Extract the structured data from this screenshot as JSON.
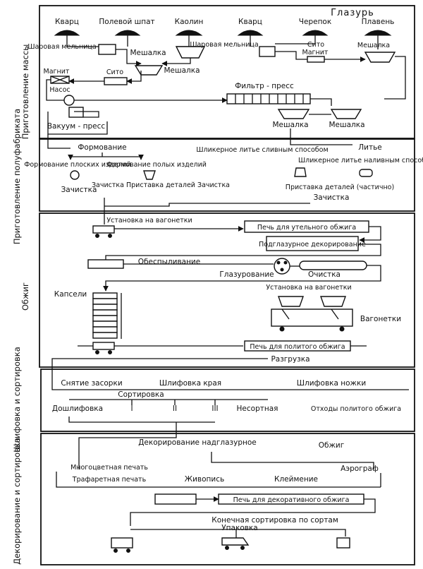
{
  "sections": [
    {
      "id": "prep-mass",
      "title": "Приготовление массы"
    },
    {
      "id": "prep-semi",
      "title": "Приготовление полуфабриката"
    },
    {
      "id": "firing",
      "title": "Обжиг"
    },
    {
      "id": "grinding",
      "title": "Шлифовка и сортировка"
    },
    {
      "id": "decor",
      "title": "Декорирование и сортировка"
    }
  ],
  "labels": {
    "glaze": "Глазурь",
    "quartz1": "Кварц",
    "feldspar": "Полевой шпат",
    "kaolin": "Каолин",
    "quartz2": "Кварц",
    "cullet": "Черепок",
    "flux": "Плавень",
    "ballmill1": "Шаровая мельница",
    "mixer1": "Мешалка",
    "mixer2": "Мешалка",
    "ballmill2": "Шаровая мельница",
    "sieve1": "Сито",
    "magnet1": "Магнит",
    "mixer_glaze": "Мешалка",
    "magnet2": "Магнит",
    "sieve2": "Сито",
    "pump": "Насос",
    "filterpress": "Фильтр - пресс",
    "vacpress": "Вакуум - пресс",
    "mixer3": "Мешалка",
    "mixer4": "Мешалка",
    "forming": "Формование",
    "flat": "Формование плоских изделий",
    "hollow": "Формование полых изделий",
    "slip_drain": "Шликерное литье сливным способом",
    "casting": "Литье",
    "slip_fill": "Шликерное литье наливным способом",
    "cleaning1": "Зачистка",
    "clean_attach": "Зачистка Приставка деталей Зачистка",
    "attach_partial": "Приставка деталей (частично)",
    "cleaning_cast": "Зачистка",
    "install_trolley": "Установка на вагонетки",
    "bisque_kiln": "Печь для утельного обжига",
    "underglaze": "Подглазурное декорирование",
    "dedusting": "Обеспыливание",
    "glazing": "Глазурование",
    "cleaning2": "Очистка",
    "saggars": "Капсели",
    "install_trolley2": "Установка на вагонетки",
    "trolleys": "Вагонетки",
    "glost_kiln": "Печь для политого обжига",
    "unloading": "Разгрузка",
    "remove_debris": "Снятие засорки",
    "edge_grinding": "Шлифовка края",
    "grinding_legs": "Шлифовка ножки",
    "sorting": "Сортировка",
    "regrinding": "Дошлифовка",
    "grade1": "I",
    "grade2": "II",
    "grade3": "III",
    "nonstandard": "Несортная",
    "waste": "Отходы политого обжига",
    "overglaze": "Декорирование надглазурное",
    "firing_label": "Обжиг",
    "multicolor": "Многоцветная печать",
    "stencil": "Трафаретная печать",
    "painting": "Живопись",
    "branding": "Клеймение",
    "airbrush": "Аэрограф",
    "decor_kiln": "Печь для декоративного обжига",
    "final_sort": "Конечная сортировка по сортам",
    "packing": "Упаковка"
  }
}
